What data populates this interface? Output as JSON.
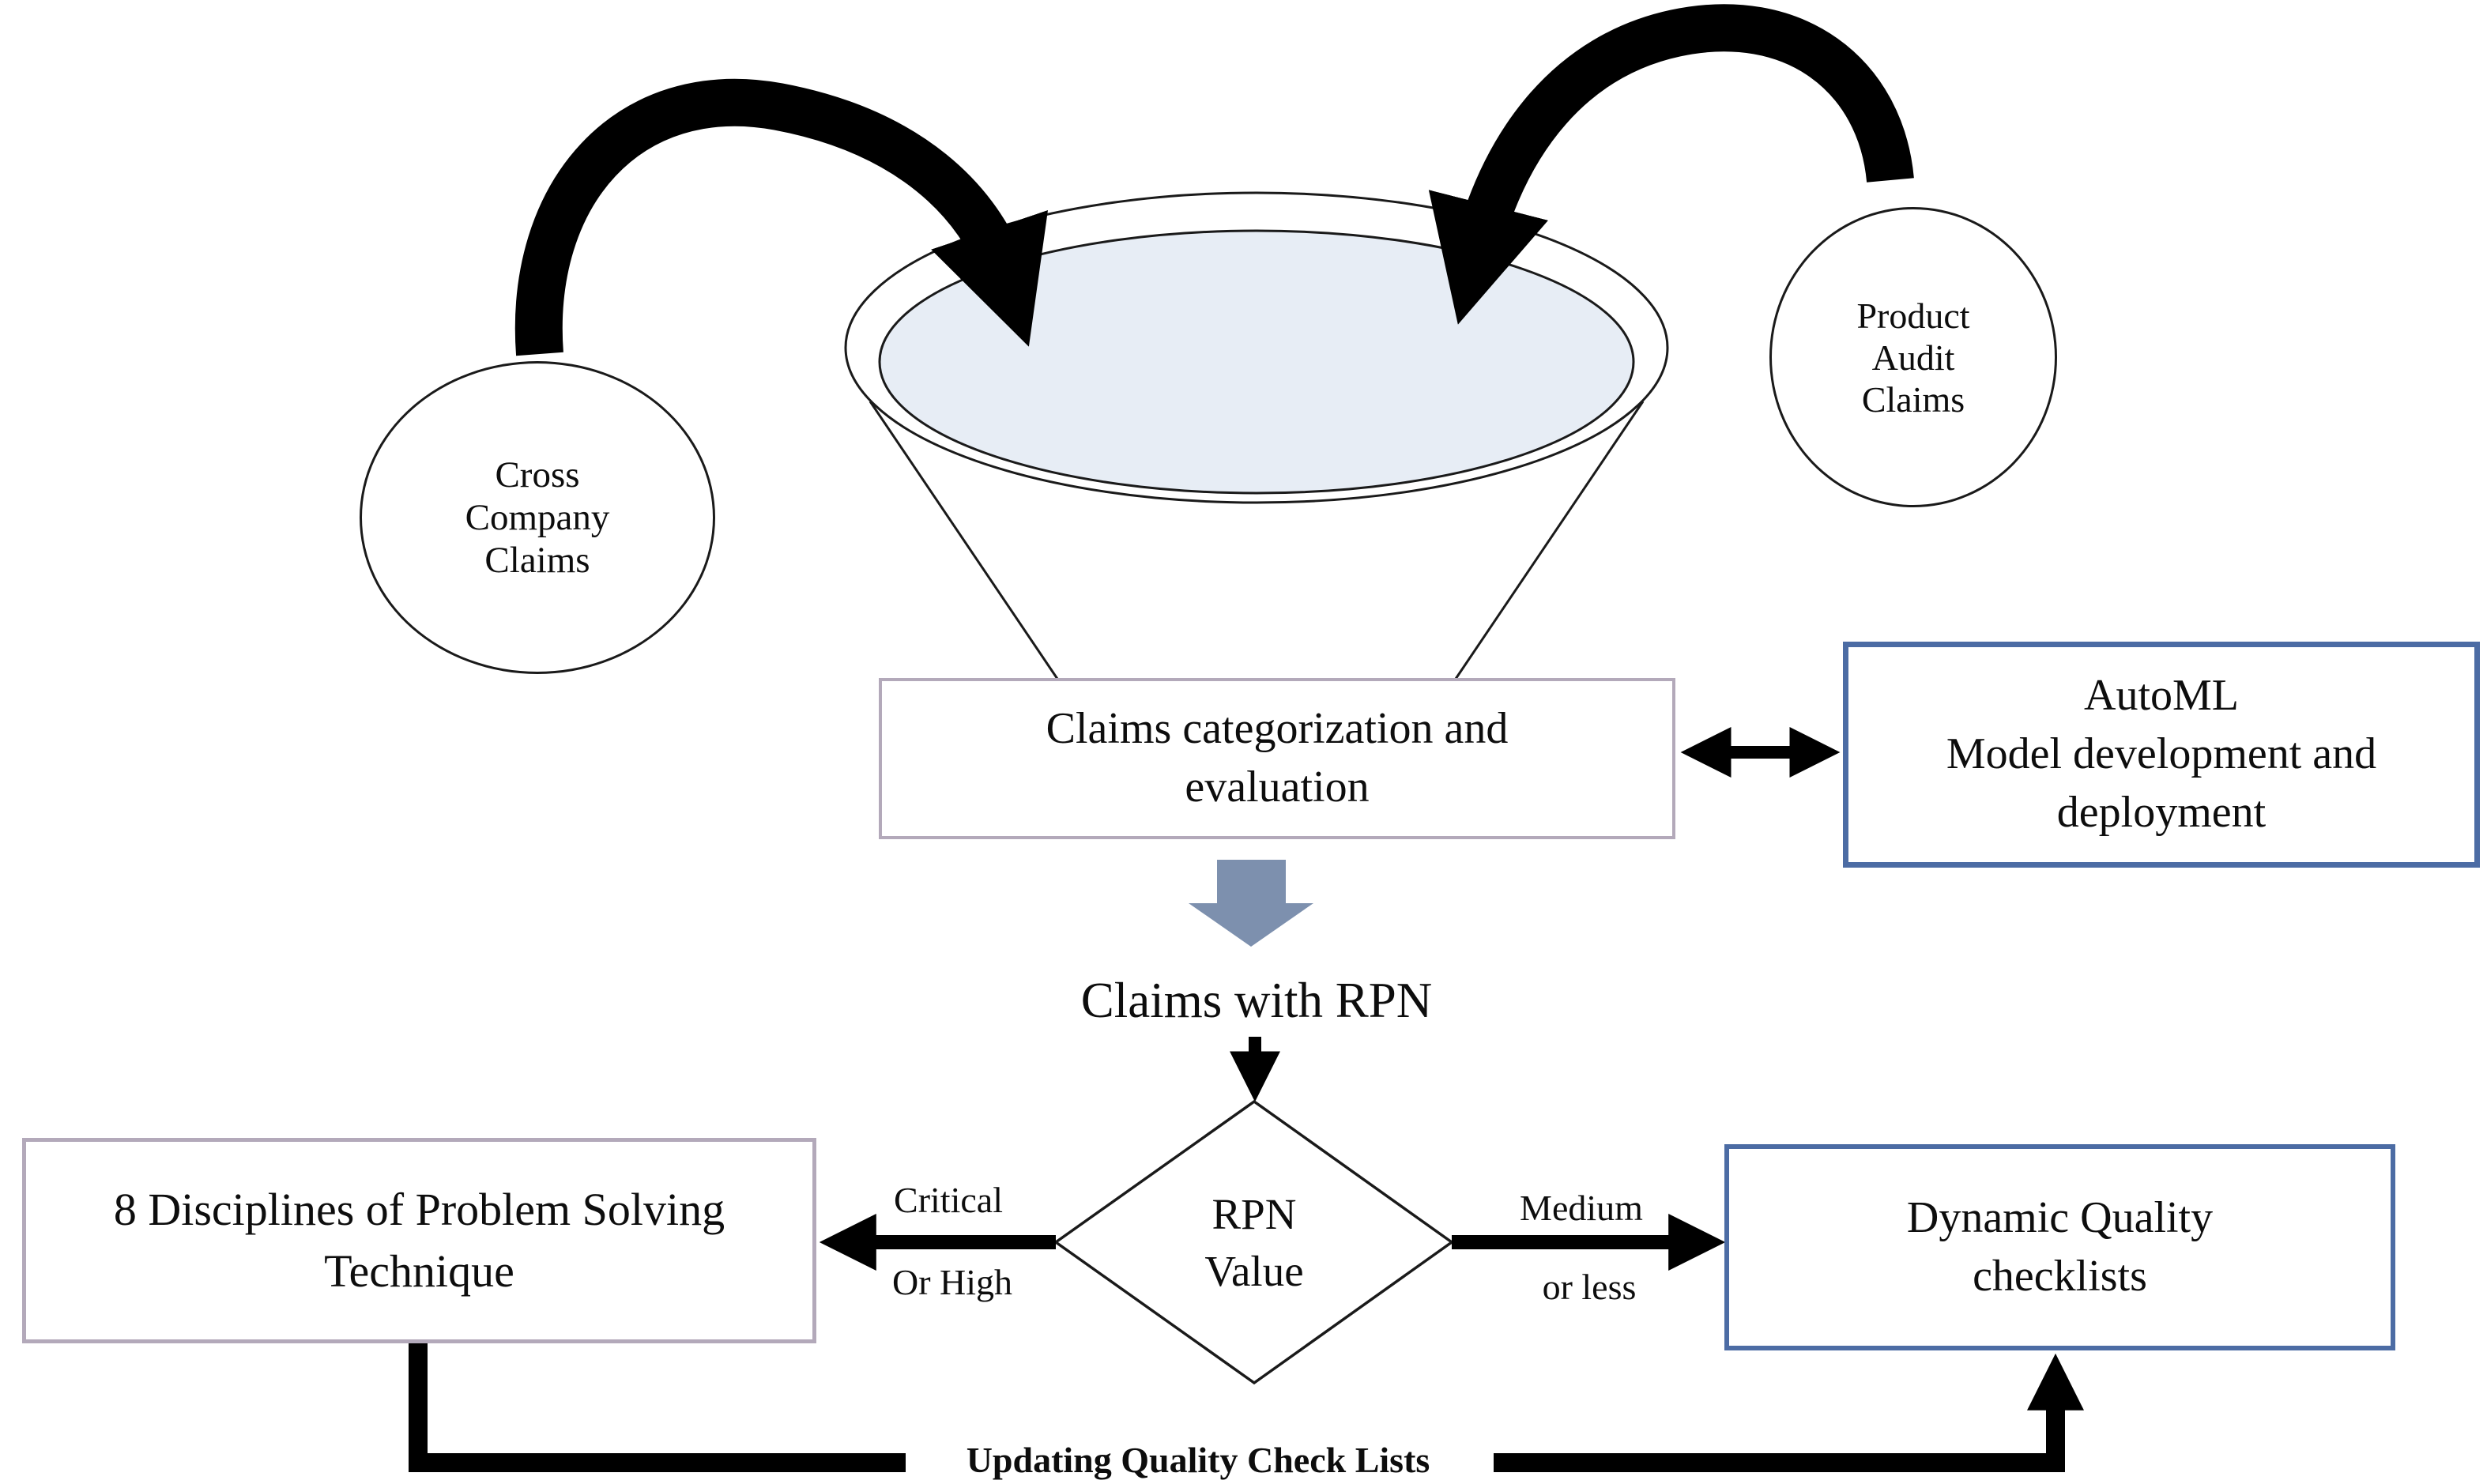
{
  "nodes": {
    "cross_company_claims": {
      "label": "Cross\nCompany\nClaims"
    },
    "product_audit_claims": {
      "label": "Product\nAudit\nClaims"
    },
    "claims_categorization": {
      "label": "Claims categorization and\nevaluation"
    },
    "automl": {
      "label": "AutoML\nModel development and\ndeployment"
    },
    "claims_with_rpn": {
      "label": "Claims with RPN"
    },
    "rpn_value_decision": {
      "label": "RPN\nValue"
    },
    "eight_disciplines": {
      "label": "8 Disciplines of Problem Solving\nTechnique"
    },
    "dynamic_quality_checklists": {
      "label": "Dynamic Quality\nchecklists"
    }
  },
  "edges": {
    "critical_branch": {
      "label_top": "Critical",
      "label_bottom": "Or High"
    },
    "medium_branch": {
      "label_top": "Medium",
      "label_bottom": "or less"
    },
    "feedback": {
      "label": "Updating Quality Check Lists"
    }
  },
  "colors": {
    "funnel_fill": "#e7edf5",
    "funnel_rim_fill": "#ffffff",
    "down_arrow": "#7d90ae",
    "light_box_border": "#b3a9ba",
    "blue_box_border": "#4c6ca4",
    "arrow_black": "#000000",
    "outline": "#1a1a1a"
  }
}
